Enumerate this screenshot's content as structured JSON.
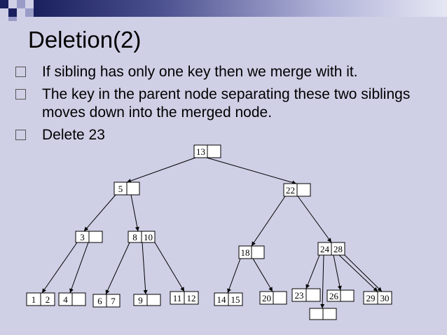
{
  "slide": {
    "title": "Deletion(2)",
    "bullets": [
      "If sibling has only one key then we merge with it.",
      "The key in the parent node separating these two siblings moves down into the merged node.",
      "Delete 23"
    ]
  },
  "tree": {
    "nodes": [
      {
        "id": "n13",
        "keys": [
          "13",
          ""
        ]
      },
      {
        "id": "n5",
        "keys": [
          "5",
          ""
        ]
      },
      {
        "id": "n22",
        "keys": [
          "22",
          ""
        ]
      },
      {
        "id": "n3",
        "keys": [
          "3",
          ""
        ]
      },
      {
        "id": "n810",
        "keys": [
          "8",
          "10"
        ]
      },
      {
        "id": "n18",
        "keys": [
          "18",
          ""
        ]
      },
      {
        "id": "n2428",
        "keys": [
          "24",
          "28"
        ]
      },
      {
        "id": "n12",
        "keys": [
          "1",
          "2"
        ]
      },
      {
        "id": "n4",
        "keys": [
          "4",
          ""
        ]
      },
      {
        "id": "n67",
        "keys": [
          "6",
          "7"
        ]
      },
      {
        "id": "n9",
        "keys": [
          "9",
          ""
        ]
      },
      {
        "id": "n1112",
        "keys": [
          "11",
          "12"
        ]
      },
      {
        "id": "n1415",
        "keys": [
          "14",
          "15"
        ]
      },
      {
        "id": "n20",
        "keys": [
          "20",
          ""
        ]
      },
      {
        "id": "n23",
        "keys": [
          "23",
          ""
        ]
      },
      {
        "id": "n26",
        "keys": [
          "26",
          ""
        ]
      },
      {
        "id": "n2930",
        "keys": [
          "29",
          "30"
        ]
      },
      {
        "id": "nEmpty",
        "keys": [
          "",
          ""
        ]
      }
    ],
    "edges": [
      [
        "n13",
        "n5"
      ],
      [
        "n13",
        "n22"
      ],
      [
        "n5",
        "n3"
      ],
      [
        "n5",
        "n810"
      ],
      [
        "n22",
        "n18"
      ],
      [
        "n22",
        "n2428"
      ],
      [
        "n3",
        "n12"
      ],
      [
        "n3",
        "n4"
      ],
      [
        "n810",
        "n67"
      ],
      [
        "n810",
        "n9"
      ],
      [
        "n810",
        "n1112"
      ],
      [
        "n18",
        "n1415"
      ],
      [
        "n18",
        "n20"
      ],
      [
        "n2428",
        "n23"
      ],
      [
        "n2428",
        "nEmpty"
      ],
      [
        "n2428",
        "n26"
      ],
      [
        "n2428",
        "n2930"
      ],
      [
        "n2428",
        "n2930b"
      ]
    ]
  }
}
